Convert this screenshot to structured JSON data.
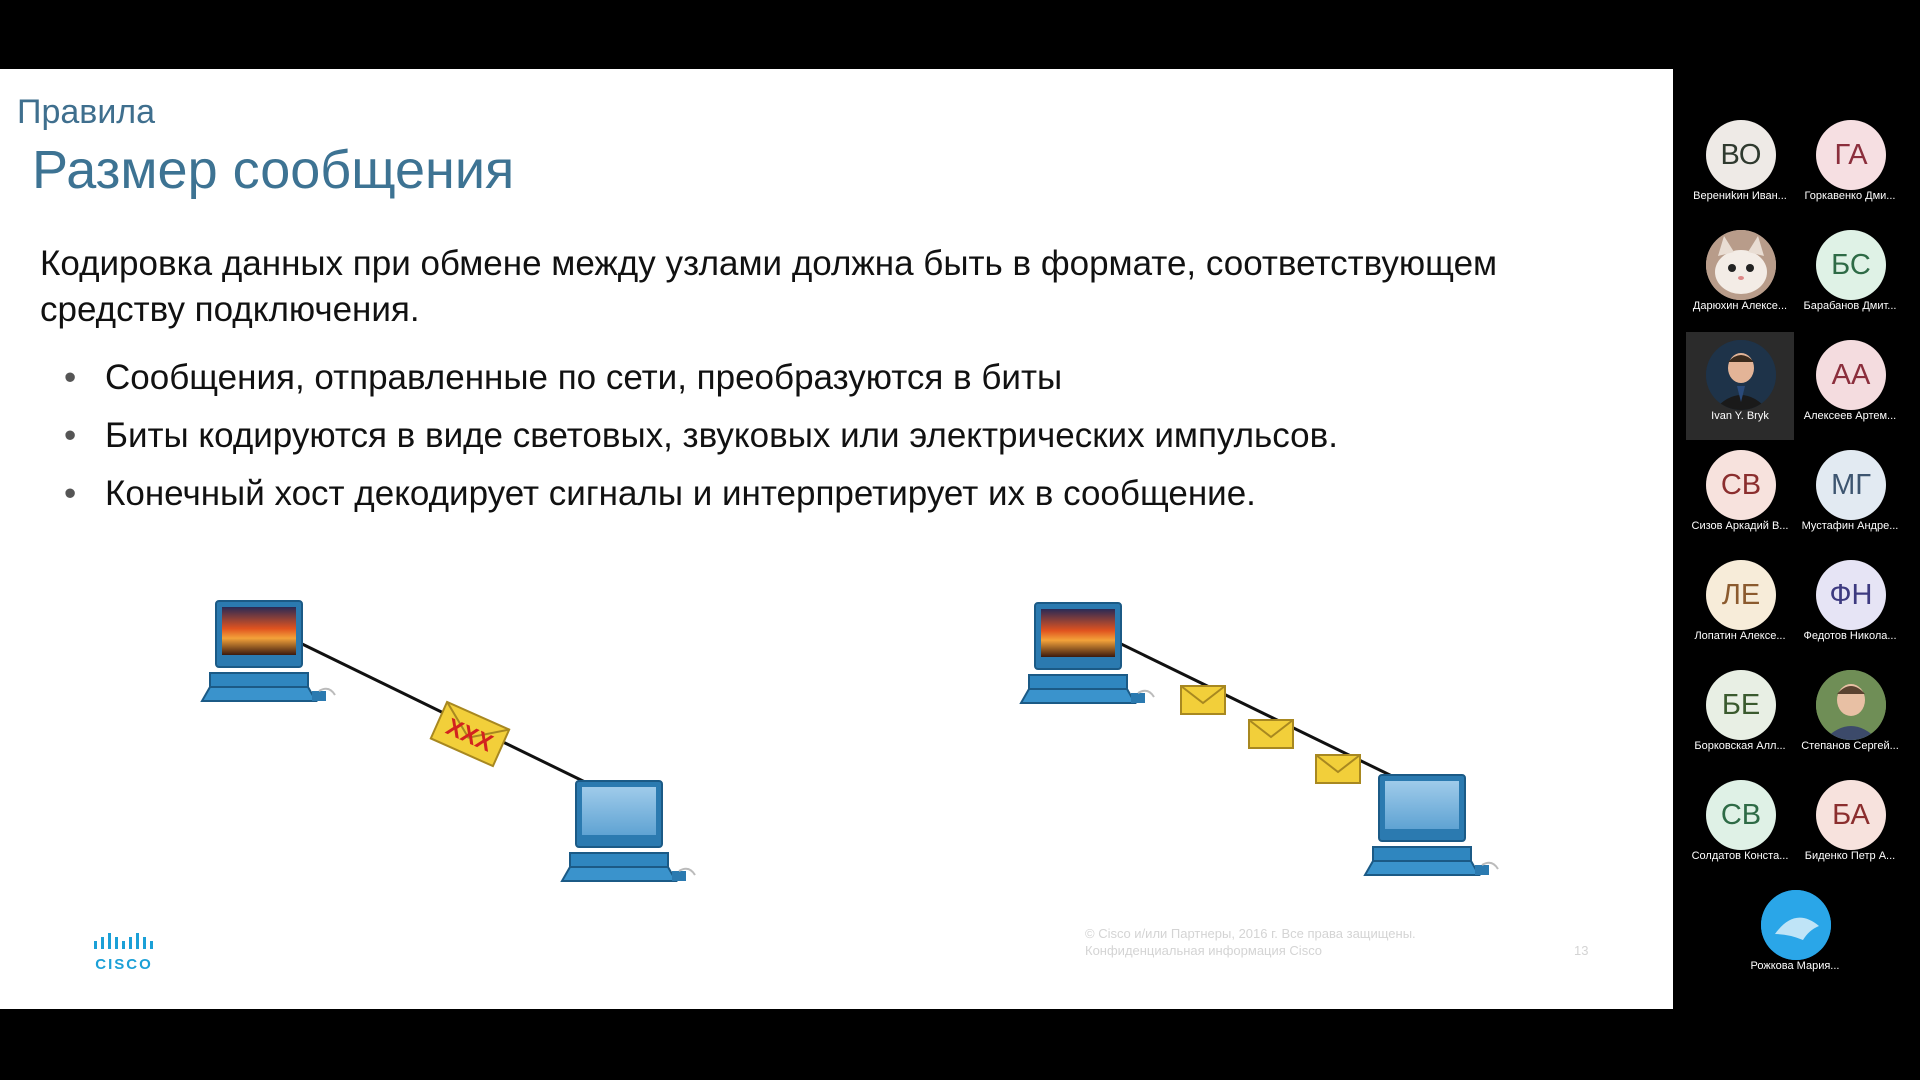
{
  "slide": {
    "section_label": "Правила",
    "title": "Размер сообщения",
    "intro": "Кодировка данных при обмене между узлами должна быть в формате, соответствующем средству подключения.",
    "bullets": [
      "Сообщения, отправленные по сети, преобразуются в биты",
      "Биты кодируются в виде световых, звуковых или электрических импульсов.",
      "Конечный хост декодирует сигналы и интерпретирует их в сообщение."
    ],
    "envelope_mark": "XXX",
    "logo_text": "CISCO",
    "footer_line1": "© Cisco и/или Партнеры, 2016 г. Все права защищены.",
    "footer_line2": "Конфиденциальная информация Cisco",
    "page_number": "13"
  },
  "participants": [
    {
      "initials": "ВО",
      "name": "Верениkин Иван...",
      "bg": "#eeeae6",
      "fg": "#2f3a2f"
    },
    {
      "initials": "ГА",
      "name": "Горкавенко Дми...",
      "bg": "#f6dfe2",
      "fg": "#8b2e3c"
    },
    {
      "initials": "",
      "name": "Дарюхин Алексе...",
      "bg": "#c9b6a8",
      "fg": "#333333",
      "photo": "cat"
    },
    {
      "initials": "БС",
      "name": "Барабанов Дмит...",
      "bg": "#dff2e6",
      "fg": "#2e6b46"
    },
    {
      "initials": "",
      "name": "Ivan Y. Bryk",
      "bg": "#1e3349",
      "fg": "#ffffff",
      "photo": "person",
      "active": true
    },
    {
      "initials": "АА",
      "name": "Алексеев Артем...",
      "bg": "#f4dcdf",
      "fg": "#8b2e3c"
    },
    {
      "initials": "СВ",
      "name": "Сизов Аркадий В...",
      "bg": "#f7e2dd",
      "fg": "#8b2e2e"
    },
    {
      "initials": "МГ",
      "name": "Мустафин Андре...",
      "bg": "#e2eaf2",
      "fg": "#3d5570"
    },
    {
      "initials": "ЛЕ",
      "name": "Лопатин Алексе...",
      "bg": "#f7ecd9",
      "fg": "#8b5a2e"
    },
    {
      "initials": "ФН",
      "name": "Федотов Никола...",
      "bg": "#e6e4f5",
      "fg": "#3d3a80"
    },
    {
      "initials": "БЕ",
      "name": "Борковская Алл...",
      "bg": "#e8efe4",
      "fg": "#3a5a2e"
    },
    {
      "initials": "",
      "name": "Степанов Сергей...",
      "bg": "#6f8e56",
      "fg": "#ffffff",
      "photo": "person2"
    },
    {
      "initials": "СВ",
      "name": "Солдатов Конста...",
      "bg": "#dff1e6",
      "fg": "#2e6b46"
    },
    {
      "initials": "БА",
      "name": "Биденко Петр А...",
      "bg": "#f7e2dd",
      "fg": "#8b2e2e"
    },
    {
      "initials": "",
      "name": "Рожкова Мария...",
      "bg": "#1a8fd6",
      "fg": "#ffffff",
      "photo": "dolphin"
    }
  ]
}
